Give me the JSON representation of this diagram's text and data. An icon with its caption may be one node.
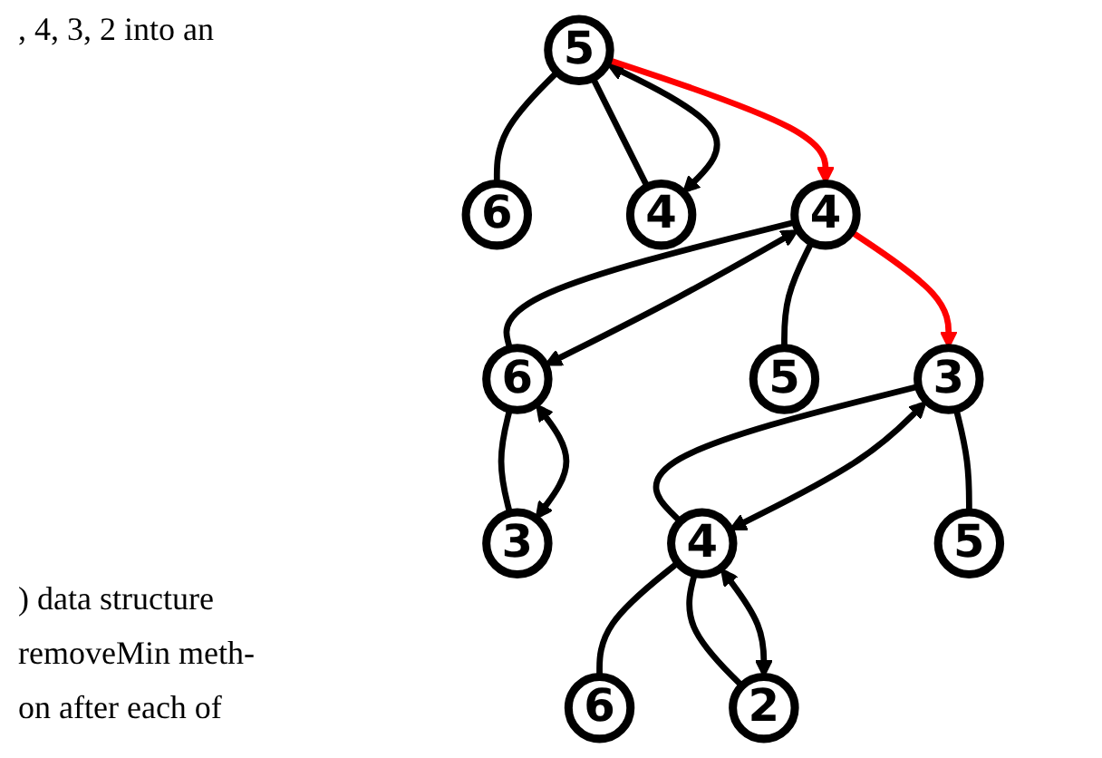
{
  "diagram": {
    "nodes": [
      {
        "text": [
          "5"
        ]
      },
      {
        "text": [
          "6"
        ]
      },
      {
        "text": [
          "4"
        ]
      },
      {
        "text": [
          "4"
        ]
      },
      {
        "text": [
          "6"
        ]
      },
      {
        "text": [
          "5"
        ]
      },
      {
        "text": [
          "3"
        ]
      },
      {
        "text": [
          "3"
        ]
      },
      {
        "text": [
          "4"
        ]
      },
      {
        "text": [
          "5"
        ]
      },
      {
        "text": [
          "6"
        ]
      },
      {
        "text": [
          "2"
        ]
      }
    ],
    "edges": [
      {
        "from": 0,
        "to": 1,
        "arrow": "none"
      },
      {
        "from": 0,
        "to": 2,
        "arrow": "none"
      },
      {
        "from": 0,
        "to": 2,
        "arrow": "both"
      },
      {
        "from": 0,
        "to": 3,
        "arrow": "to",
        "color": "#ff0000"
      },
      {
        "from": 3,
        "to": 4,
        "arrow": "none"
      },
      {
        "from": 3,
        "to": 5,
        "arrow": "none"
      },
      {
        "from": 4,
        "to": 6,
        "arrow": "none"
      },
      {
        "from": 3,
        "to": 4,
        "arrow": "both"
      },
      {
        "from": 4,
        "to": 6,
        "arrow": "both"
      },
      {
        "from": 3,
        "to": 7,
        "arrow": "to",
        "color": "#ff0000"
      },
      {
        "from": 7,
        "to": 8,
        "arrow": "none"
      },
      {
        "from": 7,
        "to": 9,
        "arrow": "none"
      },
      {
        "from": 8,
        "to": 10,
        "arrow": "none"
      },
      {
        "from": 8,
        "to": 11,
        "arrow": "none"
      },
      {
        "from": 7,
        "to": 8,
        "arrow": "both"
      },
      {
        "from": 8,
        "to": 11,
        "arrow": "both"
      }
    ],
    "labels": [
      ", 4, 3, 2 into an",
      ") data structure",
      "removeMin meth-",
      "on after each of"
    ]
  }
}
